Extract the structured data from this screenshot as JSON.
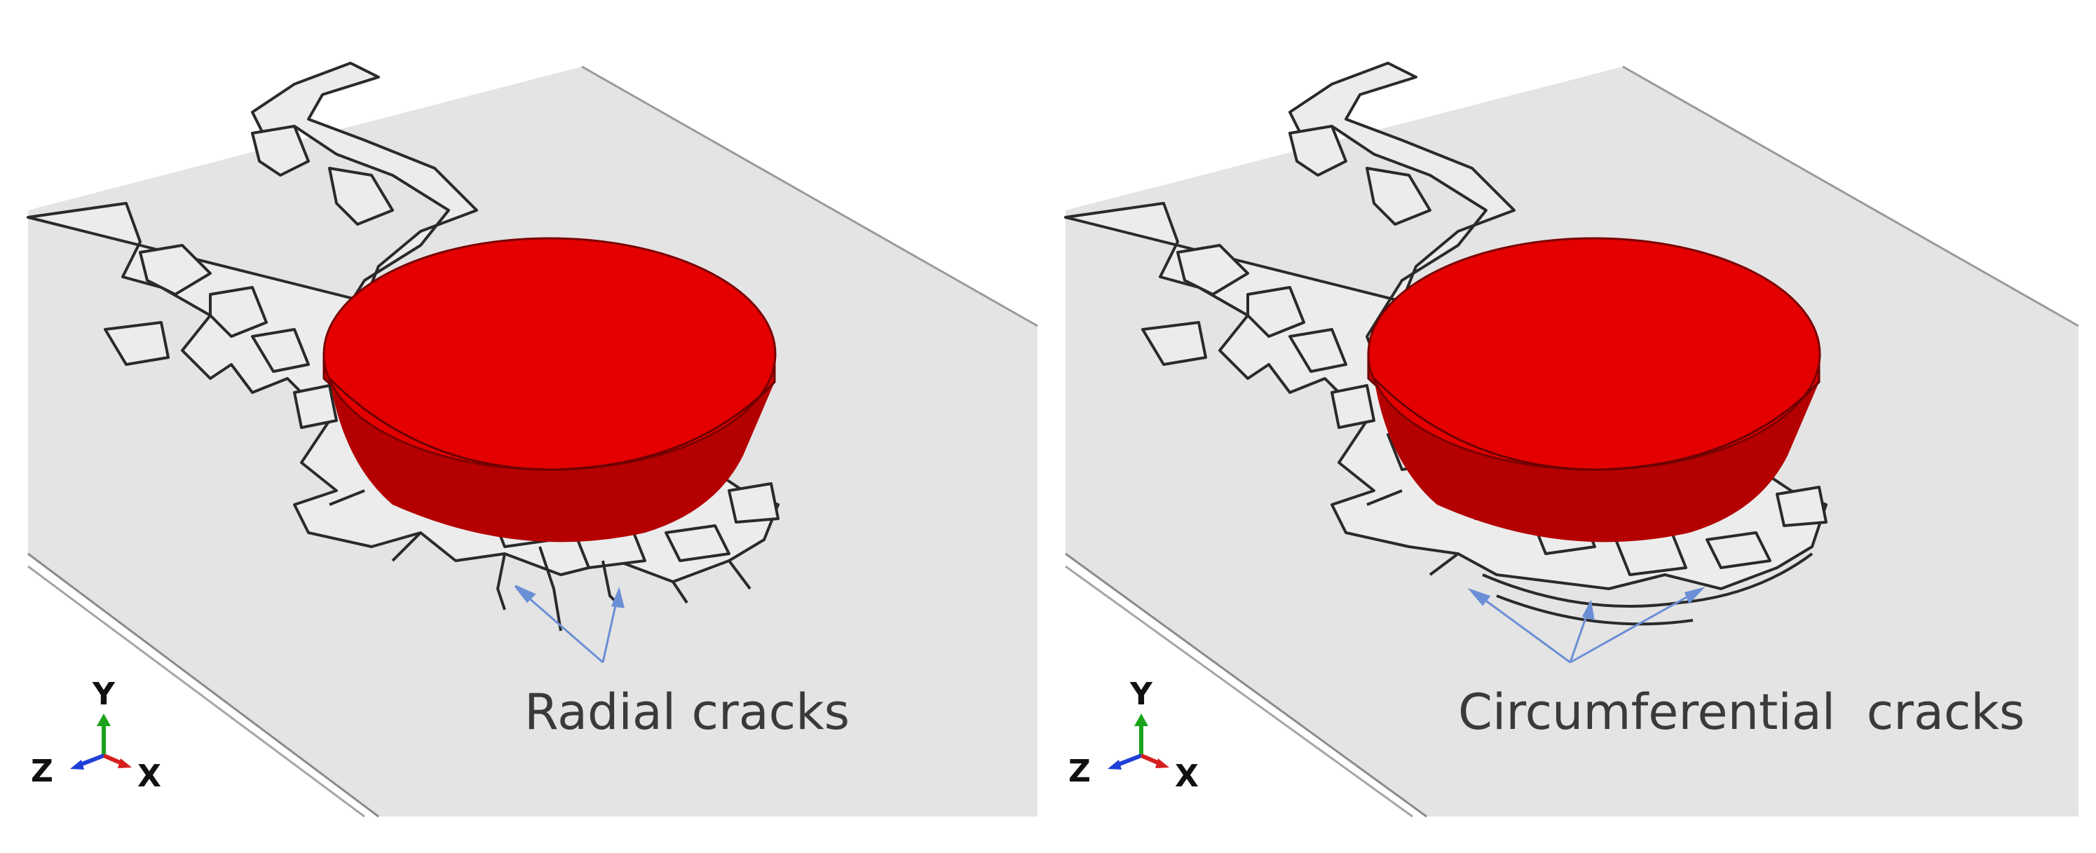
{
  "panels": [
    {
      "caption": "Radial cracks",
      "axes": {
        "y": "Y",
        "z": "Z",
        "x": "X"
      }
    },
    {
      "caption": "Circumferential  cracks",
      "axes": {
        "y": "Y",
        "z": "Z",
        "x": "X"
      }
    }
  ],
  "colors": {
    "plate": "#e4e4e4",
    "plate_edge": "#9a9a9a",
    "crack_line": "#2a2a2a",
    "fragment": "#ececec",
    "impactor_top": "#e00000",
    "impactor_side": "#c00000",
    "impactor_dark": "#9e0000",
    "arrow": "#6b8fd6",
    "axis_y": "#1aa31a",
    "axis_z": "#1e3fd6",
    "axis_x": "#d61e1e"
  },
  "icons": [
    "coordinate-triad-icon"
  ]
}
